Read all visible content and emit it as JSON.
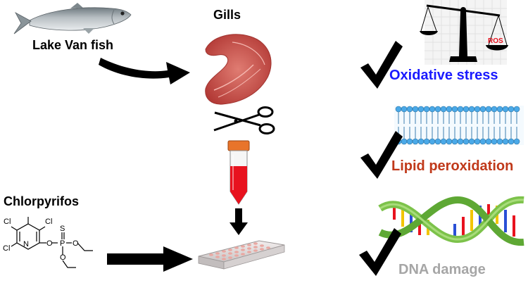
{
  "labels": {
    "fish": "Lake Van fish",
    "gills": "Gills",
    "chlorpyrifos": "Chlorpyrifos"
  },
  "structure": {
    "cl_top_left": "Cl",
    "cl_top_right": "Cl",
    "cl_bottom": "Cl",
    "nitrogen": "N",
    "oxygen_1": "O",
    "phosphorus": "P",
    "sulfur": "S",
    "oxygen_2": "O",
    "oxygen_3": "O"
  },
  "outcomes": [
    {
      "label": "Oxidative stress",
      "color": "#1a1aff"
    },
    {
      "label": "Lipid peroxidation",
      "color": "#c0391a"
    },
    {
      "label": "DNA damage",
      "color": "#a6a6a6"
    }
  ],
  "ros_label": "ROS",
  "colors": {
    "arrow": "#000000",
    "check": "#000000",
    "gill": "#c8504a",
    "blood": "#e8121e",
    "tube_cap": "#e8742a",
    "membrane_head": "#4aa9e8",
    "dna_backbone": "#7cc24a"
  },
  "icons": [
    "fish-icon",
    "gill-icon",
    "scissors-icon",
    "tube-icon",
    "well-plate-icon",
    "balance-scale-icon",
    "membrane-icon",
    "dna-icon",
    "checkmark-icon"
  ]
}
